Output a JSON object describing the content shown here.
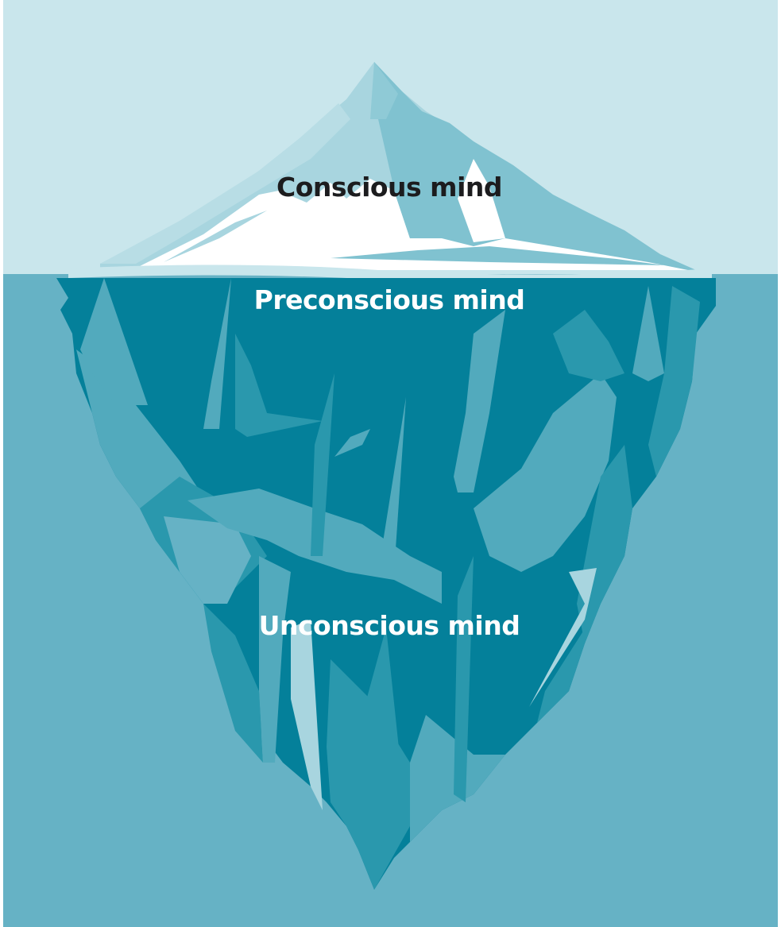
{
  "diagram": {
    "type": "iceberg-model",
    "colors": {
      "sky": "#c9e6ec",
      "sea": "#66b2c5",
      "snow": "#ffffff",
      "ice_light": "#a8d5df",
      "ice_mid": "#80c2d0",
      "deep_dark": "#04809a",
      "deep_mid": "#2a98ad",
      "deep_light": "#52aabd",
      "label_dark": "#1c1c1e",
      "label_light": "#ffffff"
    },
    "labels": {
      "conscious": "Conscious mind",
      "preconscious": "Preconscious mind",
      "unconscious": "Unconscious mind"
    }
  }
}
